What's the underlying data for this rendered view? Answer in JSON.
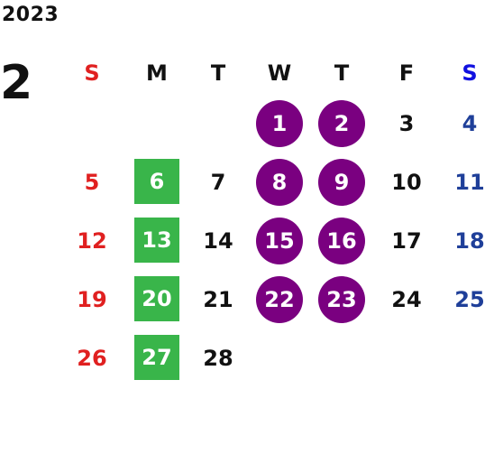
{
  "header": {
    "year": "2023",
    "month": "2"
  },
  "colors": {
    "sunday": "#e02020",
    "saturday": "#1f3f99",
    "saturday_header": "#1010e0",
    "weekday": "#111111",
    "purple_marker": "#7a0080",
    "green_marker": "#39b54a"
  },
  "weekdays": [
    "S",
    "M",
    "T",
    "W",
    "T",
    "F",
    "S"
  ],
  "weeks": [
    [
      {
        "day": ""
      },
      {
        "day": ""
      },
      {
        "day": ""
      },
      {
        "day": "1",
        "mark": "circle"
      },
      {
        "day": "2",
        "mark": "circle"
      },
      {
        "day": "3"
      },
      {
        "day": "4"
      }
    ],
    [
      {
        "day": "5"
      },
      {
        "day": "6",
        "mark": "square"
      },
      {
        "day": "7"
      },
      {
        "day": "8",
        "mark": "circle"
      },
      {
        "day": "9",
        "mark": "circle"
      },
      {
        "day": "10"
      },
      {
        "day": "11"
      }
    ],
    [
      {
        "day": "12"
      },
      {
        "day": "13",
        "mark": "square"
      },
      {
        "day": "14"
      },
      {
        "day": "15",
        "mark": "circle"
      },
      {
        "day": "16",
        "mark": "circle"
      },
      {
        "day": "17"
      },
      {
        "day": "18"
      }
    ],
    [
      {
        "day": "19"
      },
      {
        "day": "20",
        "mark": "square"
      },
      {
        "day": "21"
      },
      {
        "day": "22",
        "mark": "circle"
      },
      {
        "day": "23",
        "mark": "circle"
      },
      {
        "day": "24"
      },
      {
        "day": "25"
      }
    ],
    [
      {
        "day": "26"
      },
      {
        "day": "27",
        "mark": "square"
      },
      {
        "day": "28"
      },
      {
        "day": ""
      },
      {
        "day": ""
      },
      {
        "day": ""
      },
      {
        "day": ""
      }
    ]
  ]
}
